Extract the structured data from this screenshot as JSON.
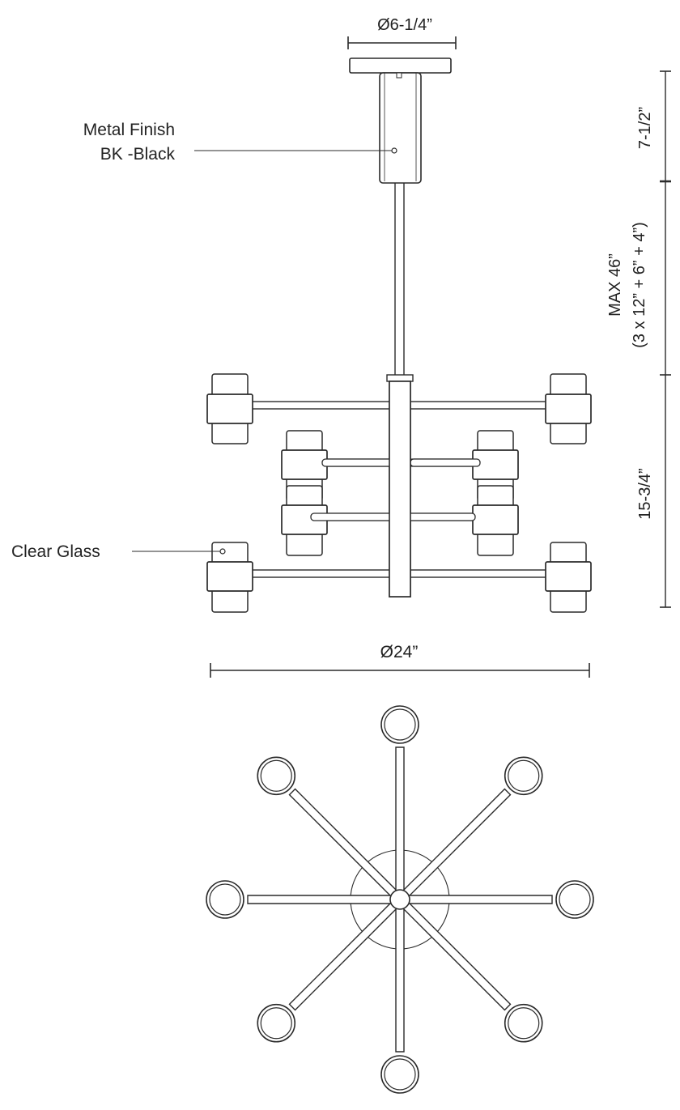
{
  "labels": {
    "canopy_diameter": "Ø6-1/4”",
    "metal_finish_line1": "Metal Finish",
    "metal_finish_line2": "BK -Black",
    "clear_glass": "Clear Glass",
    "overall_diameter": "Ø24”",
    "canopy_height": "7-1/2”",
    "max_height_line1": "MAX 46”",
    "max_height_line2": "(3 x 12” + 6” + 4”)",
    "body_height": "15-3/4”"
  },
  "colors": {
    "line": "#2a2a2a",
    "background": "#ffffff"
  }
}
